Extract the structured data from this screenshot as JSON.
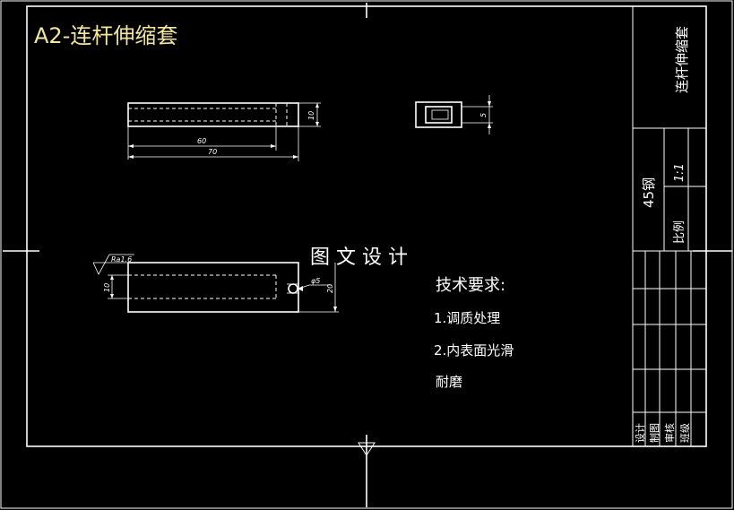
{
  "drawing": {
    "title": "A2-连杆伸缩套",
    "part_name": "连杆伸缩套",
    "material": "45钢",
    "scale_label": "比例",
    "scale_value": "1:1",
    "watermark": "图 文 设 计",
    "tech_heading": "技术要求:",
    "tech_req_1": "1.调质处理",
    "tech_req_2": "2.内表面光滑",
    "tech_req_3": "耐磨",
    "roughness": "Ra1.6",
    "dims": {
      "len_60": "60",
      "len_70": "70",
      "h_10_top": "10",
      "w_5": "5",
      "h_10_front": "10",
      "h_20": "20",
      "dia_5": "φ5"
    },
    "title_block": {
      "design": "设计",
      "draw": "制图",
      "review": "审核",
      "class": "班级"
    }
  }
}
